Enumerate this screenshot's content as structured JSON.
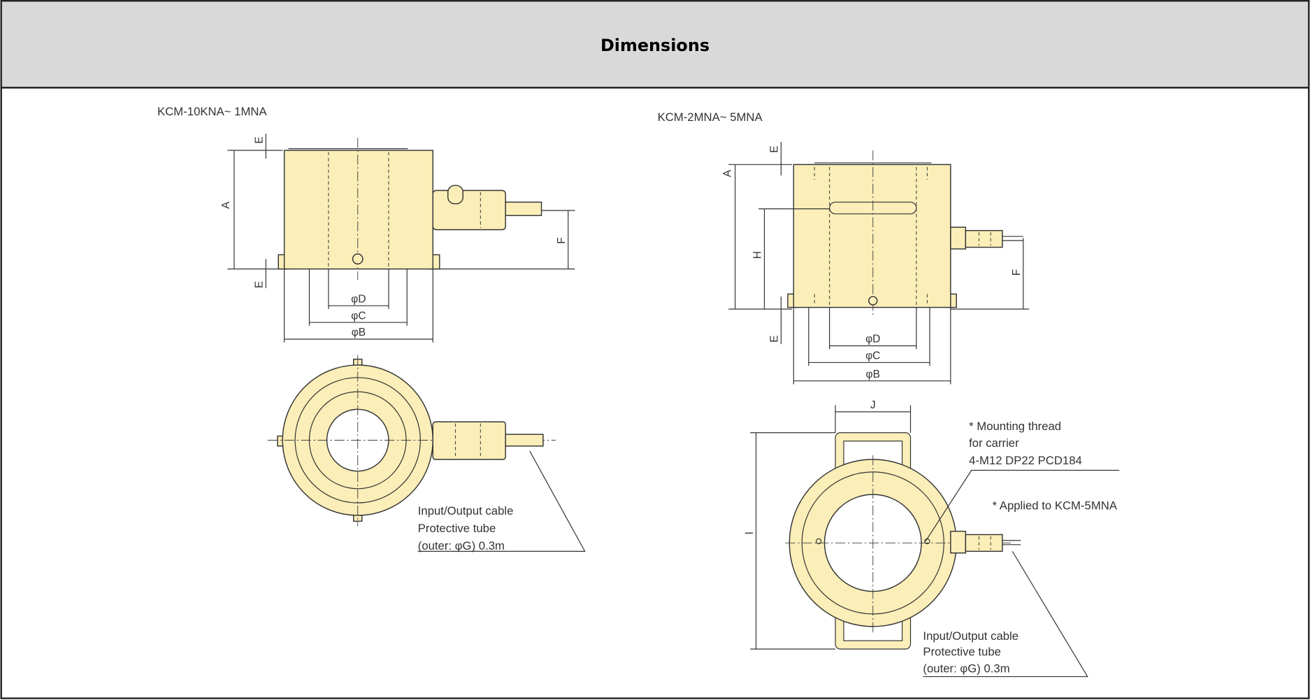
{
  "header": {
    "title": "Dimensions"
  },
  "left": {
    "model": "KCM-10KNA~ 1MNA",
    "dims": {
      "A": "A",
      "E": "E",
      "F": "F",
      "D": "φD",
      "C": "φC",
      "B": "φB"
    },
    "note": [
      "Input/Output cable",
      "Protective tube",
      "(outer: φG) 0.3m"
    ]
  },
  "right": {
    "model": "KCM-2MNA~ 5MNA",
    "dims": {
      "A": "A",
      "E": "E",
      "H": "H",
      "F": "F",
      "D": "φD",
      "C": "φC",
      "B": "φB",
      "J": "J",
      "I": "I"
    },
    "mounting_note": [
      "* Mounting thread",
      "for carrier",
      "4-M12 DP22  PCD184"
    ],
    "applied_note": "* Applied to KCM-5MNA",
    "note": [
      "Input/Output cable",
      "Protective tube",
      "(outer: φG) 0.3m"
    ]
  },
  "colors": {
    "header_bg": "#d9d9d9",
    "body_fill": "#fbeeb8"
  }
}
